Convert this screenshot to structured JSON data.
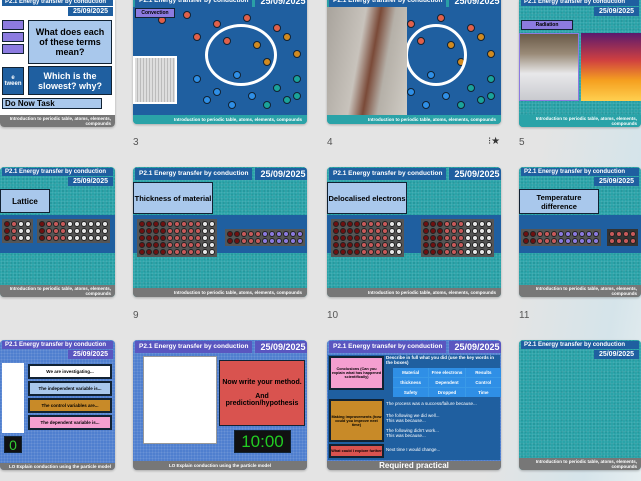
{
  "common": {
    "slide_title": "P2.1 Energy transfer by conduction",
    "date": "25/09/2025",
    "footer": "Introduction to periodic table, atoms, elements, compounds",
    "footer_lo": "LO Explain conduction using the particle model",
    "footer_rp": "Required practical"
  },
  "colors": {
    "hot_dark": "#6e1010",
    "hot_mid": "#c85a5a",
    "cold": "#e8e8e8",
    "cool_purple": "#8c7be0",
    "red_p": "#e0604a",
    "orange_p": "#d08a20",
    "blue_p": "#2f8fe6",
    "teal_p": "#1aa39a"
  },
  "slides": {
    "s2": {
      "q1": "What does each of these terms mean?",
      "q2": "Which is the slowest? why?",
      "task": "Do Now Task",
      "frag": "e tween"
    },
    "s3": {
      "number": "3",
      "label": "Convection"
    },
    "s4": {
      "number": "4",
      "transition_icon": "star-icon"
    },
    "s5": {
      "number": "5",
      "label": "Radiation"
    },
    "s8": {
      "label": "Lattice"
    },
    "s9": {
      "number": "9",
      "label": "Thickness of material"
    },
    "s10": {
      "number": "10",
      "label": "Delocalised electrons"
    },
    "s11": {
      "number": "11",
      "label": "Temperature difference"
    },
    "s14": {
      "b1": "We are investigating...",
      "b2": "The independent variable is...",
      "b3": "The control variables are...",
      "b4": "The dependent variable is...",
      "timer": "0"
    },
    "s15": {
      "main": "Now write your method.\n\nAnd prediction/hypothesis",
      "timer": "10:00"
    },
    "s16": {
      "c1": "Conclusions (Can you explain what has happened scientifically)",
      "c2": "Making improvements (how could you improve next time)",
      "c3": "What could I explore further",
      "describe": "Describe in full what you did (use the key words in the boxes)",
      "words": [
        "Material",
        "Free electrons",
        "Results",
        "thickness",
        "Dependent",
        "Control",
        "Safety",
        "Dropped",
        "Time"
      ],
      "p1": "The process was a success/failure because...",
      "p2": "The following we did well...\nThis was because...",
      "p3": "The following didn't work...\nThis was because...",
      "p4": "Next time I would change..."
    }
  }
}
